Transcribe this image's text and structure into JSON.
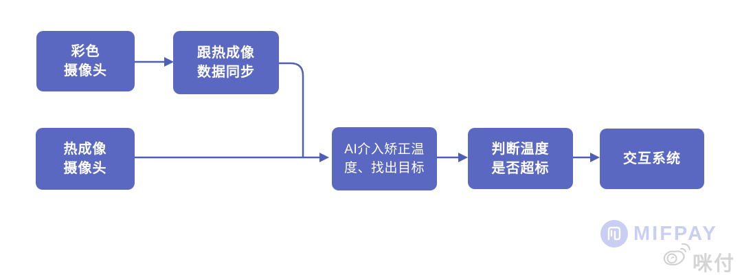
{
  "nodes": [
    {
      "id": "color-camera",
      "line1": "彩色",
      "line2": "摄像头"
    },
    {
      "id": "thermal-sync",
      "line1": "跟热成像",
      "line2": "数据同步"
    },
    {
      "id": "thermal-camera",
      "line1": "热成像",
      "line2": "摄像头"
    },
    {
      "id": "ai-correction",
      "line1": "AI介入矫正温",
      "line2": "度、找出目标"
    },
    {
      "id": "temperature-check",
      "line1": "判断温度",
      "line2": "是否超标"
    },
    {
      "id": "interaction-system",
      "line1": "交互系统"
    }
  ],
  "watermark": {
    "logo_text": "MIFPAY",
    "weibo_text": "咪付"
  },
  "colors": {
    "node_fill": "#5a68c1",
    "node_text": "#ffffff",
    "connector": "#4f5fb5",
    "logo": "#c9cef2",
    "watermark_gray": "#d5d5d5",
    "background": "#ffffff"
  }
}
